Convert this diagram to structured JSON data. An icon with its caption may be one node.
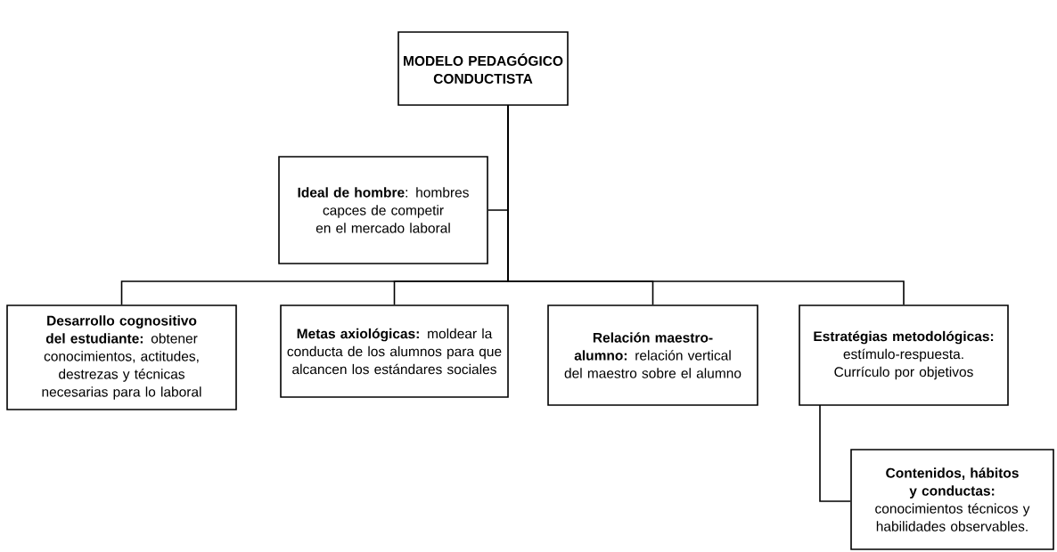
{
  "diagram": {
    "nodes": [
      {
        "text": [
          "**MODELO PEDAGÓGICO CONDUCTISTA**"
        ]
      },
      {
        "text": [
          "**Ideal de hombre**: hombres capces de competir en el mercado laboral"
        ]
      },
      {
        "text": [
          "**Desarrollo cognositivo del estudiante:** obtener conocimientos, actitudes, destrezas y técnicas necesarias para lo laboral"
        ]
      },
      {
        "text": [
          "**Metas axiológicas:** moldear la conducta de los alumnos para que alcancen los estándares sociales"
        ]
      },
      {
        "text": [
          "**Relación maestro-alumno:** relación vertical del maestro sobre el alumno"
        ]
      },
      {
        "text": [
          "**Estratégias metodológicas:** estímulo-respuesta. Currículo por objetivos"
        ]
      },
      {
        "text": [
          "**Contenidos, hábitos y conductas:** conocimientos técnicos y habilidades observables."
        ]
      }
    ],
    "edges": [
      {
        "from": 0,
        "to": 1,
        "arrow": "none"
      },
      {
        "from": 0,
        "to": 2,
        "arrow": "none"
      },
      {
        "from": 0,
        "to": 3,
        "arrow": "none"
      },
      {
        "from": 0,
        "to": 4,
        "arrow": "none"
      },
      {
        "from": 0,
        "to": 5,
        "arrow": "none"
      },
      {
        "from": 5,
        "to": 6,
        "arrow": "none"
      }
    ]
  }
}
